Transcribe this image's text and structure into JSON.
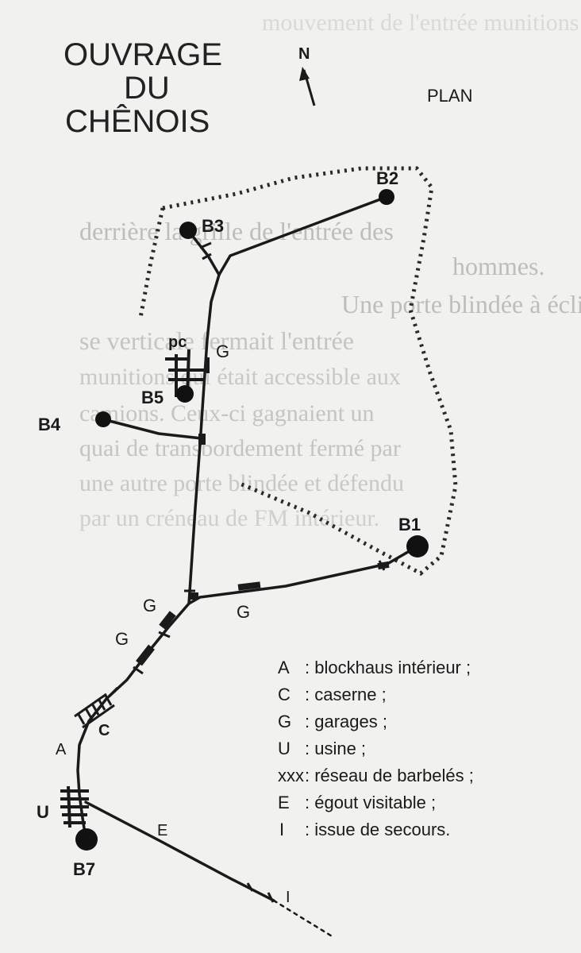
{
  "title": {
    "line1": "OUVRAGE",
    "line2": "DU",
    "line3": "CHÊNOIS"
  },
  "north": "N",
  "plan": "PLAN",
  "blocks": {
    "b1": "B1",
    "b2": "B2",
    "b3": "B3",
    "b4": "B4",
    "b5": "B5",
    "b7": "B7"
  },
  "markers": {
    "pc": "pc",
    "g_top": "G",
    "g_mid": "G",
    "g_right": "G",
    "g_lower": "G",
    "c": "C",
    "a": "A",
    "u": "U",
    "e": "E",
    "i": "I"
  },
  "legend": [
    {
      "key": "A",
      "text": ": blockhaus intérieur ;"
    },
    {
      "key": "C",
      "text": ": caserne ;"
    },
    {
      "key": "G",
      "text": ": garages ;"
    },
    {
      "key": "U",
      "text": ": usine ;"
    },
    {
      "key": "xxx",
      "text": ": réseau de barbelés ;"
    },
    {
      "key": "E",
      "text": ": égout visitable ;"
    },
    {
      "key": "I",
      "text": ": issue de secours."
    }
  ],
  "background_text": [
    "mouvement de l'entrée munitions",
    "derrière la grille de l'entrée des",
    "hommes.",
    "Une porte blindée à éclip-",
    "se verticale fermait l'entrée",
    "munitions qui était accessible aux",
    "camions. Ceux-ci gagnaient un",
    "quai de transbordement fermé par",
    "une autre porte blindée et défendu",
    "par un créneau de FM intérieur."
  ]
}
